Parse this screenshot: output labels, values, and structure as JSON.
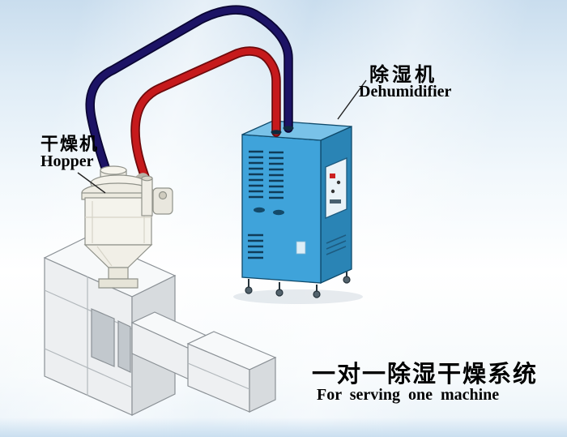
{
  "labels": {
    "dehumidifier": {
      "cn": "除湿机",
      "en": "Dehumidifier"
    },
    "hopper": {
      "cn": "干燥机",
      "en": "Hopper"
    },
    "caption": {
      "cn": "一对一除湿干燥系统",
      "en": "For serving one machine"
    }
  },
  "colors": {
    "pipe_red": "#c61a1c",
    "pipe_navy": "#1c1365",
    "dehumidifier_front": "#3fa3da",
    "dehumidifier_side": "#2a84b5",
    "dehumidifier_top": "#79c2e8",
    "machine_body": "#edeff1",
    "hopper_body": "#f4f3ec"
  }
}
